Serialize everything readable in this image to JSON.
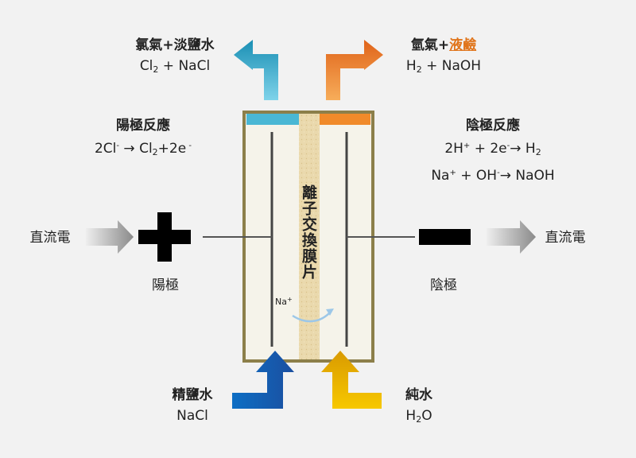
{
  "outputs": {
    "anode": {
      "line1_a": "氯氣+淡鹽水",
      "formula": {
        "a": "Cl",
        "sub": "2",
        "b": " + NaCl"
      }
    },
    "cathode": {
      "line1_a": "氫氣+",
      "line1_b": "液鹼",
      "formula": {
        "a": "H",
        "sub": "2",
        "b": " + NaOH"
      }
    }
  },
  "anode_reaction": {
    "title": "陽極反應",
    "eq": {
      "a": "2Cl",
      "sup1": "-",
      "b": " → Cl",
      "sub": "2",
      "c": "+2e",
      "sup2": " -"
    }
  },
  "cathode_reaction": {
    "title": "陰極反應",
    "eq1": {
      "a": "2H",
      "sup1": "+",
      "b": " + 2e",
      "sup2": "-",
      "c": "→ H",
      "sub": "2"
    },
    "eq2": {
      "a": "Na",
      "sup1": "+",
      "b": " + OH",
      "sup2": "-",
      "c": "→ NaOH"
    }
  },
  "dc_left": "直流電",
  "dc_right": "直流電",
  "anode_label": "陽極",
  "cathode_label": "陰極",
  "membrane_label": "離子交換膜片",
  "ion": {
    "a": "Na",
    "sup": "+"
  },
  "inputs": {
    "brine": {
      "title": "精鹽水",
      "formula": "NaCl"
    },
    "water": {
      "title": "純水",
      "formula": {
        "a": "H",
        "sub": "2",
        "b": "O"
      }
    }
  },
  "colors": {
    "anode_stream": "#4ab7d4",
    "cathode_stream": "#f08a2a",
    "brine_stream": "#1f6fc0",
    "water_stream": "#f2b200",
    "cell_border": "#8c7f4a",
    "cell_fill": "#f5f3ea",
    "membrane": "#e8d6a8",
    "highlight": "#e0741a"
  }
}
